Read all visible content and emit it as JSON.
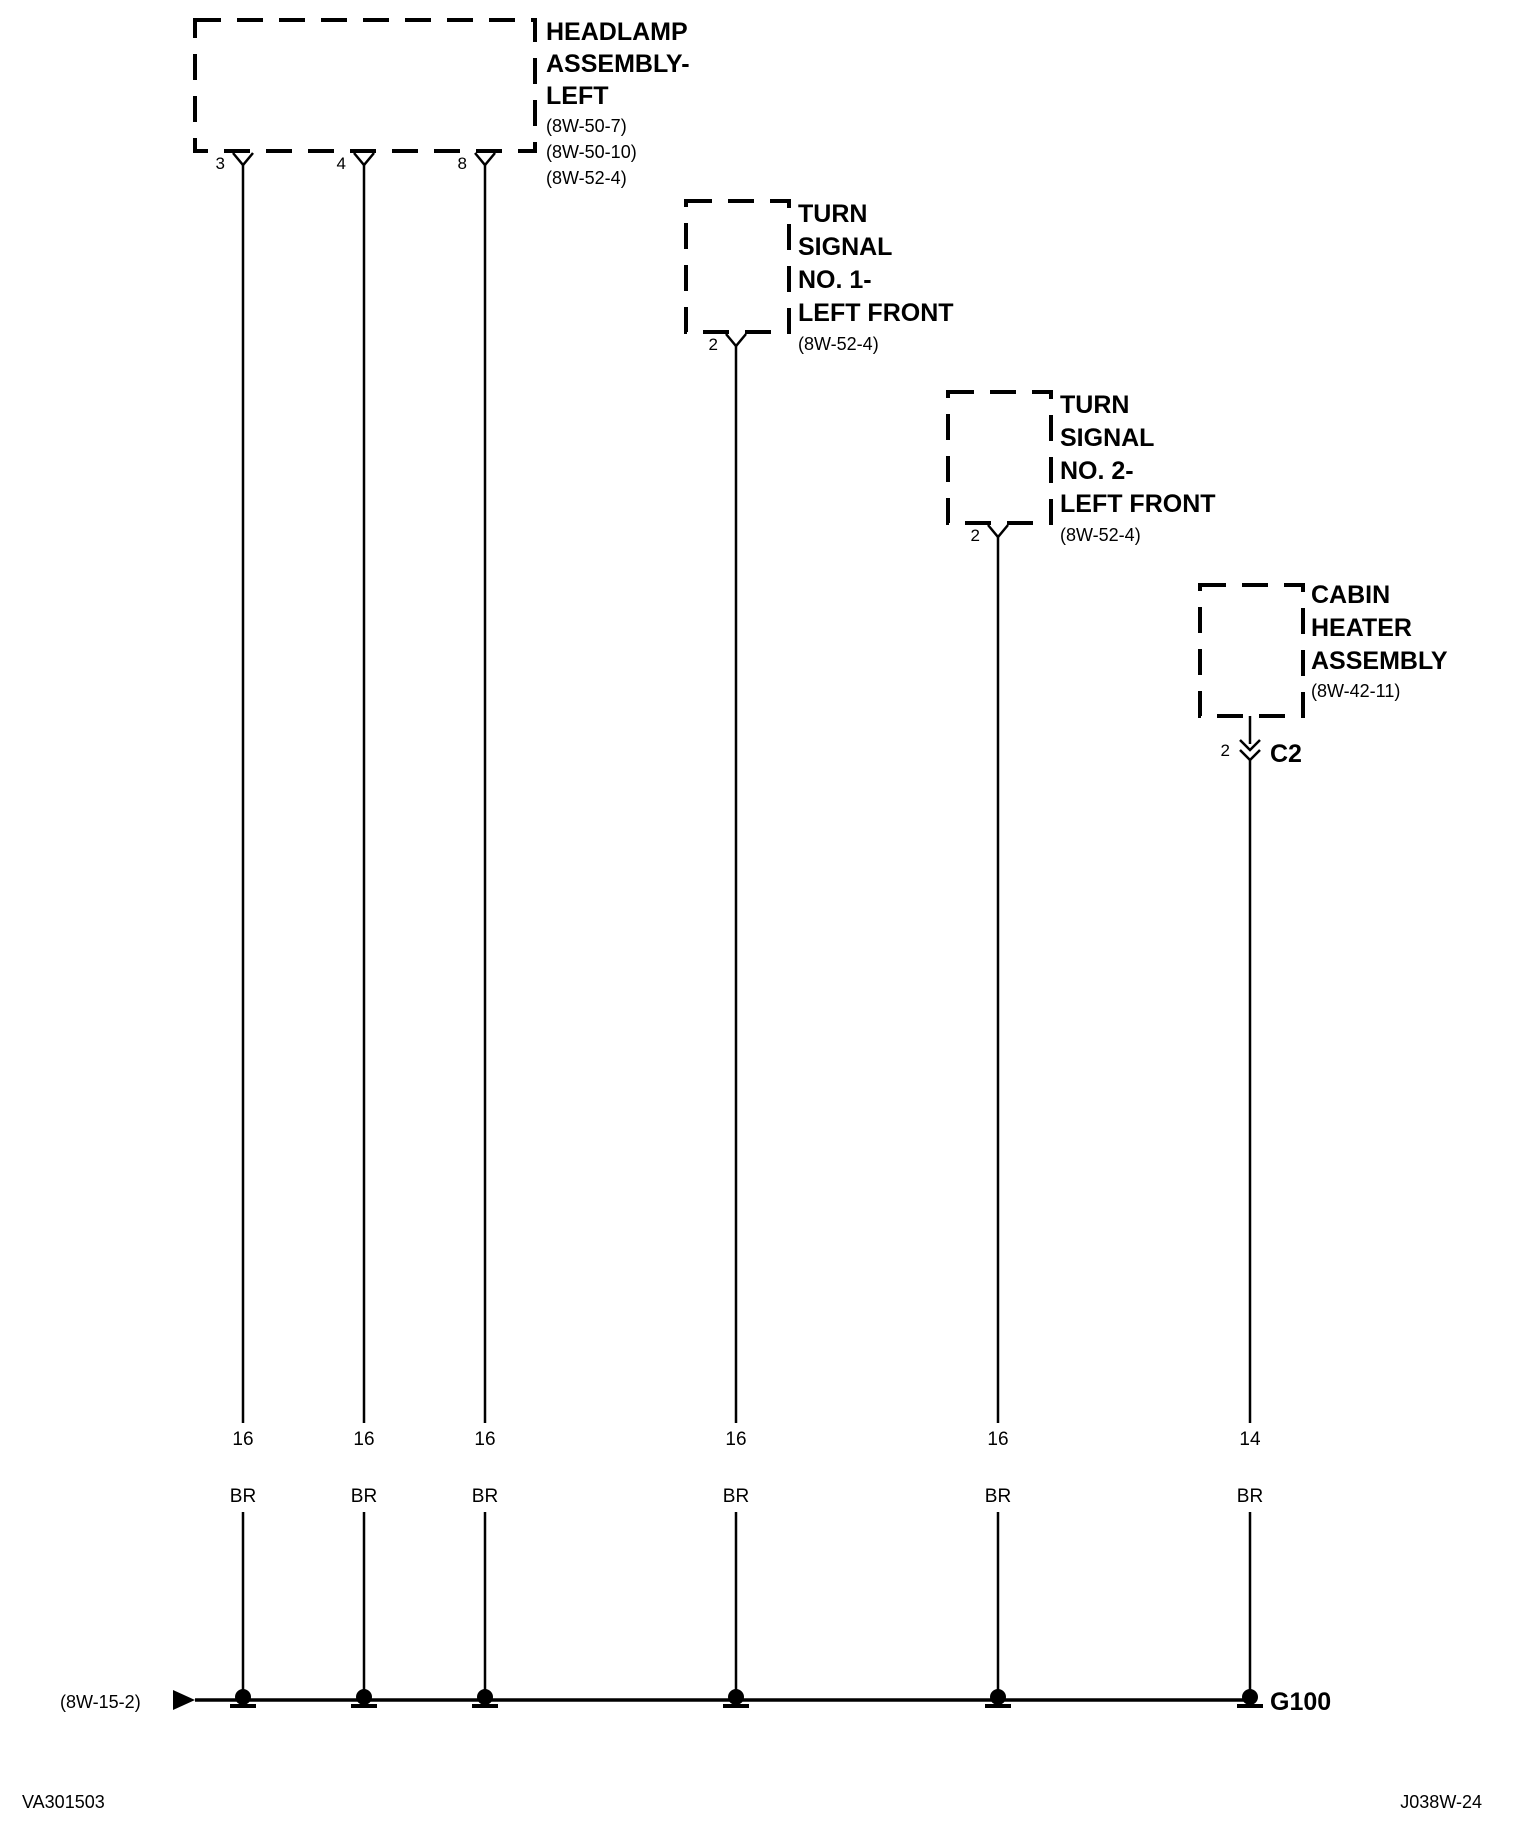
{
  "components": [
    {
      "id": "headlamp",
      "title_lines": [
        "HEADLAMP",
        "ASSEMBLY-",
        "LEFT"
      ],
      "refs": [
        "(8W-50-7)",
        "(8W-50-10)",
        "(8W-52-4)"
      ]
    },
    {
      "id": "turn1",
      "title_lines": [
        "TURN",
        "SIGNAL",
        "NO. 1-",
        "LEFT FRONT"
      ],
      "refs": [
        "(8W-52-4)"
      ]
    },
    {
      "id": "turn2",
      "title_lines": [
        "TURN",
        "SIGNAL",
        "NO. 2-",
        "LEFT FRONT"
      ],
      "refs": [
        "(8W-52-4)"
      ]
    },
    {
      "id": "cabin",
      "title_lines": [
        "CABIN",
        "HEATER",
        "ASSEMBLY"
      ],
      "refs": [
        "(8W-42-11)"
      ],
      "connector": "C2"
    }
  ],
  "wires": [
    {
      "component": "headlamp",
      "pin": "3",
      "gauge": "16",
      "color": "BR"
    },
    {
      "component": "headlamp",
      "pin": "4",
      "gauge": "16",
      "color": "BR"
    },
    {
      "component": "headlamp",
      "pin": "8",
      "gauge": "16",
      "color": "BR"
    },
    {
      "component": "turn1",
      "pin": "2",
      "gauge": "16",
      "color": "BR"
    },
    {
      "component": "turn2",
      "pin": "2",
      "gauge": "16",
      "color": "BR"
    },
    {
      "component": "cabin",
      "pin": "2",
      "gauge": "14",
      "color": "BR"
    }
  ],
  "ground": {
    "label": "G100",
    "ref": "(8W-15-2)"
  },
  "footer": {
    "left_code": "VA301503",
    "right_code": "J038W-24"
  }
}
